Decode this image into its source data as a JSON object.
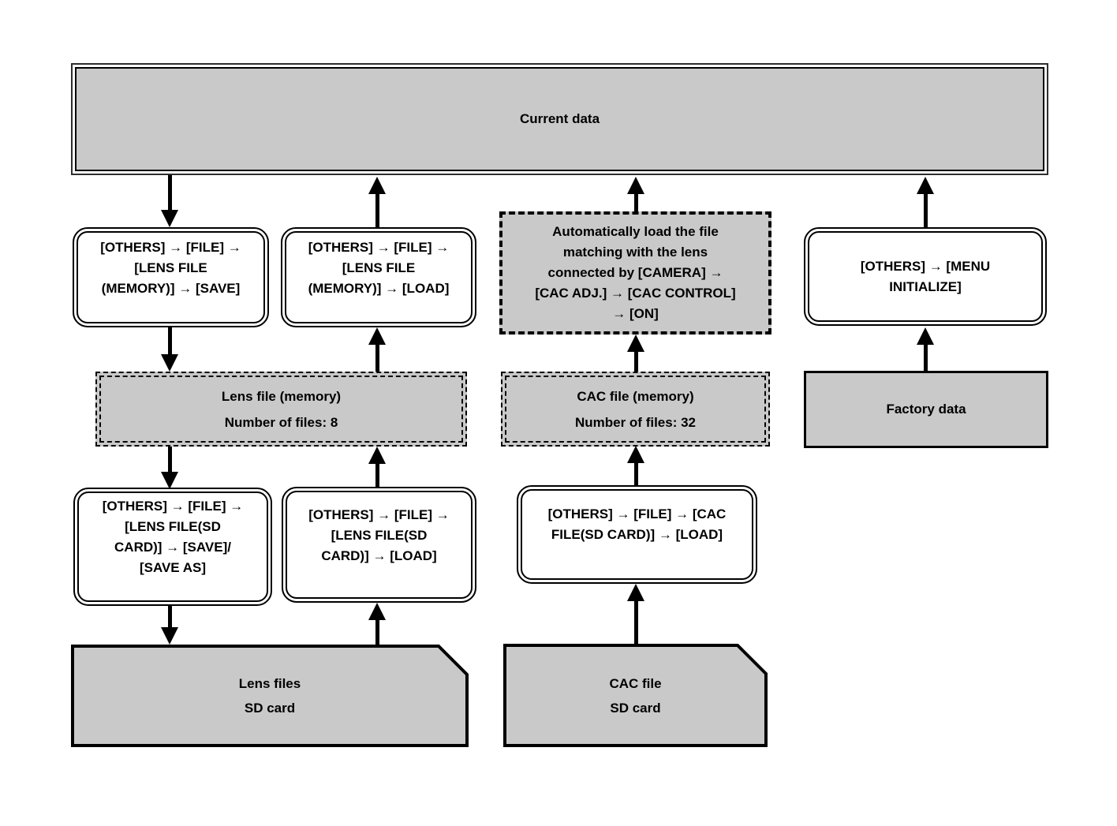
{
  "colors": {
    "box_fill": "#c9c9c9",
    "border": "#000000",
    "background": "#ffffff"
  },
  "boxes": {
    "current_data": {
      "label": "Current data"
    },
    "save_lens_memory": {
      "label": "[OTHERS] → [FILE] →\n[LENS FILE\n(MEMORY)] → [SAVE]"
    },
    "load_lens_memory": {
      "label": "[OTHERS] → [FILE] →\n[LENS FILE\n(MEMORY)] → [LOAD]"
    },
    "auto_load_cac": {
      "label": "Automatically load the file\nmatching with the lens\nconnected by [CAMERA] →\n[CAC ADJ.] → [CAC CONTROL]\n→ [ON]"
    },
    "menu_initialize": {
      "label": "[OTHERS] → [MENU\nINITIALIZE]"
    },
    "lens_file_memory": {
      "title": "Lens file (memory)",
      "subtitle": "Number of files: 8"
    },
    "cac_file_memory": {
      "title": "CAC file (memory)",
      "subtitle": "Number of files: 32"
    },
    "factory_data": {
      "label": "Factory data"
    },
    "save_lens_sd": {
      "label": "[OTHERS] → [FILE] →\n[LENS FILE(SD\nCARD)] → [SAVE]/\n[SAVE AS]"
    },
    "load_lens_sd": {
      "label": "[OTHERS] → [FILE] →\n[LENS FILE(SD\nCARD)] → [LOAD]"
    },
    "load_cac_sd": {
      "label": "[OTHERS] → [FILE] → [CAC\nFILE(SD CARD)] → [LOAD]"
    },
    "lens_sd_card": {
      "title": "Lens files",
      "subtitle": "SD card"
    },
    "cac_sd_card": {
      "title": "CAC file",
      "subtitle": "SD card"
    }
  },
  "connections": [
    {
      "from": "current_data",
      "to": "save_lens_memory"
    },
    {
      "from": "save_lens_memory",
      "to": "lens_file_memory"
    },
    {
      "from": "lens_file_memory",
      "to": "save_lens_sd"
    },
    {
      "from": "save_lens_sd",
      "to": "lens_sd_card"
    },
    {
      "from": "lens_sd_card",
      "to": "load_lens_sd"
    },
    {
      "from": "load_lens_sd",
      "to": "lens_file_memory"
    },
    {
      "from": "lens_file_memory",
      "to": "load_lens_memory"
    },
    {
      "from": "load_lens_memory",
      "to": "current_data"
    },
    {
      "from": "cac_sd_card",
      "to": "load_cac_sd"
    },
    {
      "from": "load_cac_sd",
      "to": "cac_file_memory"
    },
    {
      "from": "cac_file_memory",
      "to": "auto_load_cac"
    },
    {
      "from": "auto_load_cac",
      "to": "current_data"
    },
    {
      "from": "factory_data",
      "to": "menu_initialize"
    },
    {
      "from": "menu_initialize",
      "to": "current_data"
    }
  ]
}
